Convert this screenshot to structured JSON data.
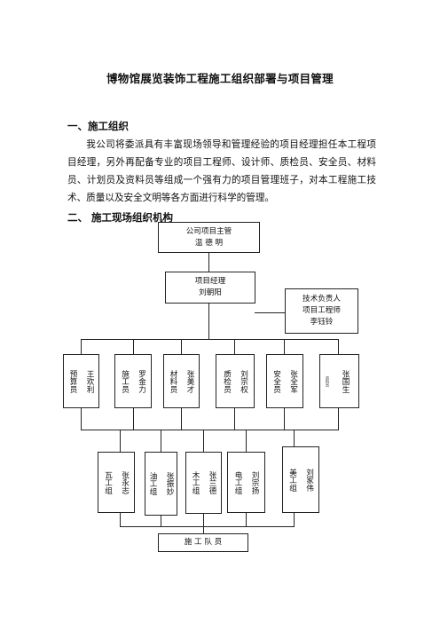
{
  "title": "博物馆展览装饰工程施工组织部署与项目管理",
  "section1": {
    "heading": "一、施工组织",
    "paragraph": "我公司将委派具有丰富现场领导和管理经验的项目经理担任本工程项目经理，另外再配备专业的项目工程师、设计师、质检员、安全员、材料员、计划员及资料员等组成一个强有力的项目管理班子，对本工程施工技术、质量以及安全文明等各方面进行科学的管理。"
  },
  "section2": {
    "heading": "二、  施工现场组织机构"
  },
  "org": {
    "top": {
      "line1": "公司项目主管",
      "line2": "温 德 明"
    },
    "pm": {
      "line1": "项目经理",
      "line2": "刘朝阳"
    },
    "tech": {
      "line1": "技术负责人",
      "line2": "项目工程师",
      "line3": "李钰铃"
    },
    "roles": [
      {
        "role": "预算员",
        "name": "王欢利"
      },
      {
        "role": "施工员",
        "name": "罗金力"
      },
      {
        "role": "材料员",
        "name": "张美才"
      },
      {
        "role": "质检员",
        "name": "刘宗权"
      },
      {
        "role": "安全员",
        "name": "张全军"
      },
      {
        "role": "资料员",
        "name": "张国生"
      }
    ],
    "crews": [
      {
        "team": "瓦工组",
        "name": "张永志"
      },
      {
        "team": "油工组",
        "name": "张振妙"
      },
      {
        "team": "木工组",
        "name": "张兰德"
      },
      {
        "team": "电工组",
        "name": "刘宗扬"
      },
      {
        "team": "美工组",
        "name": "刘家伟"
      }
    ],
    "workers": "施 工 队 员"
  }
}
